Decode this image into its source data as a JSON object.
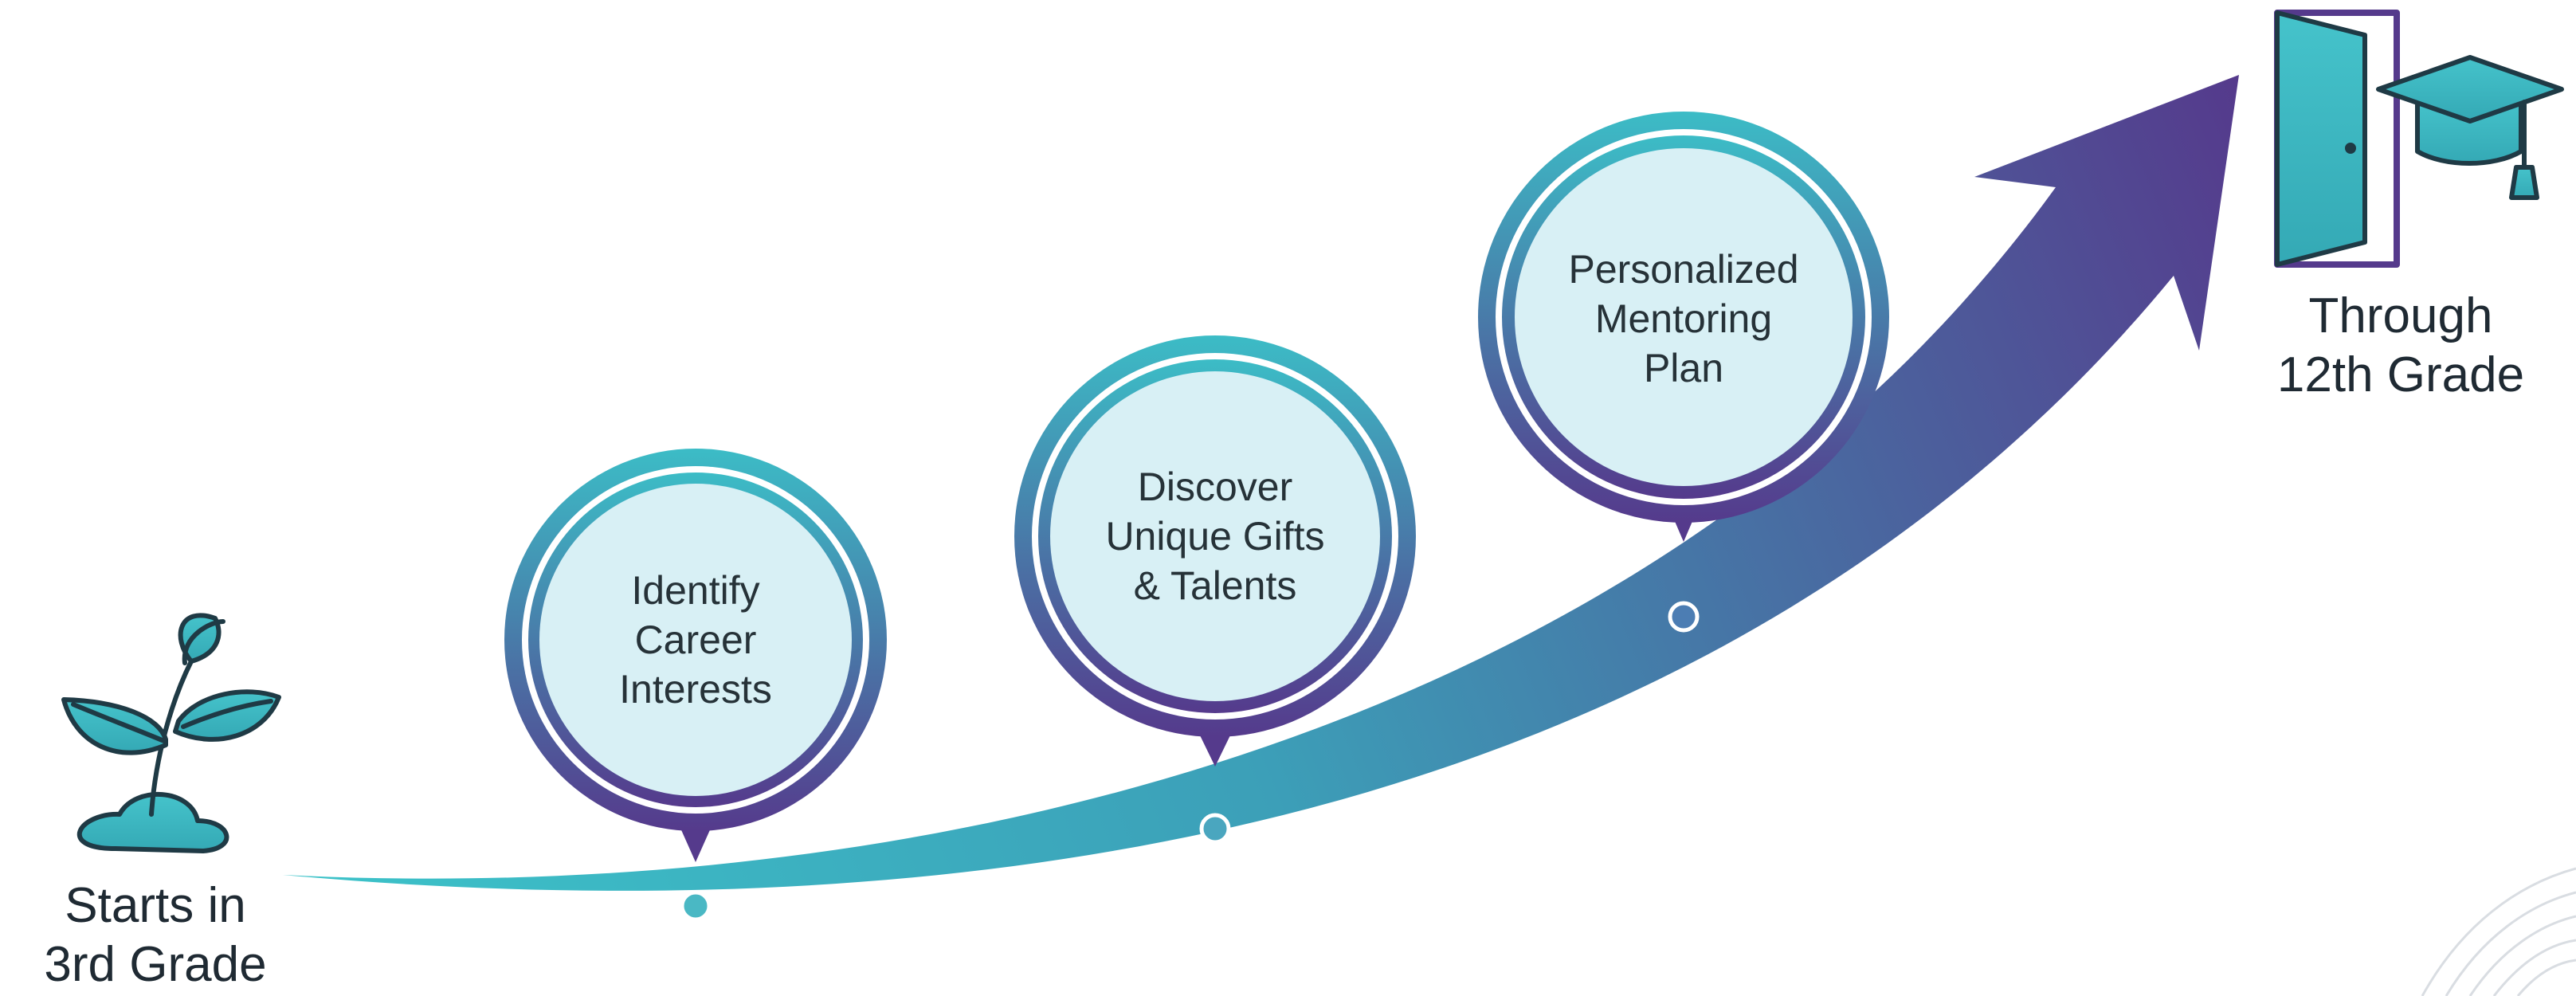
{
  "start": {
    "line1": "Starts in",
    "line2": "3rd Grade",
    "icon": "sprout-icon"
  },
  "end": {
    "line1": "Through",
    "line2": "12th Grade",
    "icon": "graduation-door-icon"
  },
  "milestones": [
    {
      "label": "Identify\nCareer\nInterests"
    },
    {
      "label": "Discover\nUnique Gifts\n& Talents"
    },
    {
      "label": "Personalized\nMentoring\nPlan"
    }
  ],
  "colors": {
    "teal": "#3cbcc6",
    "purple": "#553a8c",
    "circle_fill": "#d8f0f5",
    "icon_outline": "#1f3a45",
    "background": "#ffffff"
  }
}
